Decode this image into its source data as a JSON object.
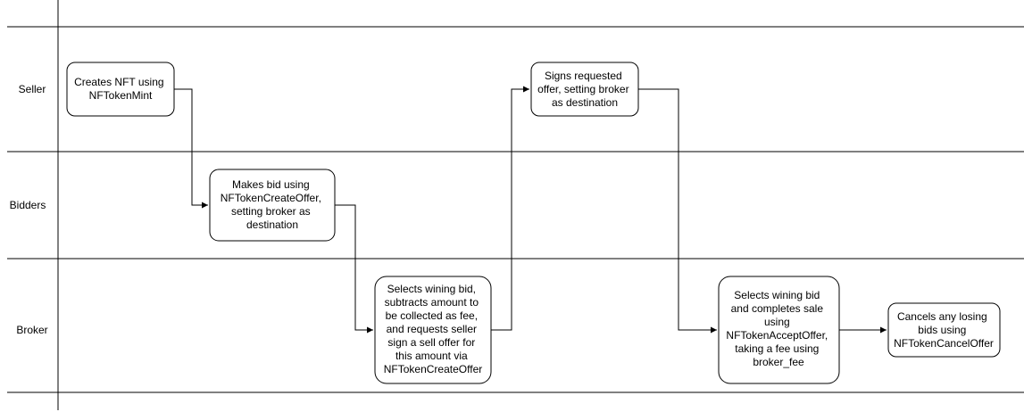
{
  "lanes": [
    {
      "id": "seller",
      "label": "Seller"
    },
    {
      "id": "bidders",
      "label": "Bidders"
    },
    {
      "id": "broker",
      "label": "Broker"
    }
  ],
  "nodes": [
    {
      "id": "mint",
      "lane": "seller",
      "lines": [
        "Creates NFT using",
        "NFTokenMint"
      ]
    },
    {
      "id": "bid",
      "lane": "bidders",
      "lines": [
        "Makes bid using",
        "NFTokenCreateOffer,",
        "setting broker as",
        "destination"
      ]
    },
    {
      "id": "select",
      "lane": "broker",
      "lines": [
        "Selects wining bid,",
        "subtracts amount to",
        "be collected as fee,",
        "and requests seller",
        "sign a sell offer for",
        "this amount via",
        "NFTokenCreateOffer"
      ]
    },
    {
      "id": "sign",
      "lane": "seller",
      "lines": [
        "Signs requested",
        "offer, setting broker",
        "as destination"
      ]
    },
    {
      "id": "complete",
      "lane": "broker",
      "lines": [
        "Selects wining bid",
        "and completes sale",
        "using",
        "NFTokenAcceptOffer,",
        "taking a fee using",
        "broker_fee"
      ]
    },
    {
      "id": "cancel",
      "lane": "broker",
      "lines": [
        "Cancels any losing",
        "bids using",
        "NFTokenCancelOffer"
      ]
    }
  ],
  "edges": [
    {
      "from": "mint",
      "to": "bid"
    },
    {
      "from": "bid",
      "to": "select"
    },
    {
      "from": "select",
      "to": "sign"
    },
    {
      "from": "sign",
      "to": "complete"
    },
    {
      "from": "complete",
      "to": "cancel"
    }
  ]
}
